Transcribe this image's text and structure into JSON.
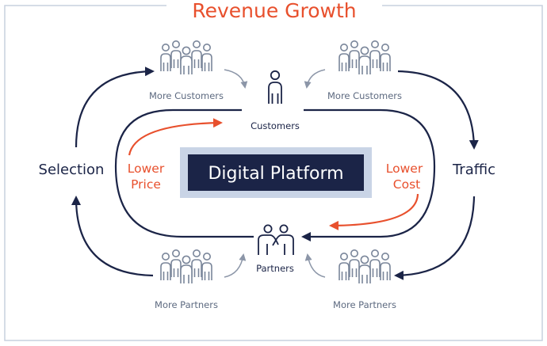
{
  "title": "Revenue Growth",
  "center": {
    "label": "Digital Platform"
  },
  "nodes": {
    "customers": "Customers",
    "partners": "Partners",
    "selection": "Selection",
    "traffic": "Traffic",
    "lower_price_line1": "Lower",
    "lower_price_line2": "Price",
    "lower_cost_line1": "Lower",
    "lower_cost_line2": "Cost",
    "more_customers_left": "More Customers",
    "more_customers_right": "More Customers",
    "more_partners_left": "More Partners",
    "more_partners_right": "More Partners"
  },
  "colors": {
    "navy": "#1B2447",
    "orange": "#E8502D",
    "gray": "#6E7A8E",
    "light_gray_arrow": "#8C96A8",
    "frame": "#C7D0DE",
    "platform_border": "#C9D4E6"
  },
  "icons": [
    "group-of-people-icon",
    "person-icon",
    "handshake-icon"
  ]
}
